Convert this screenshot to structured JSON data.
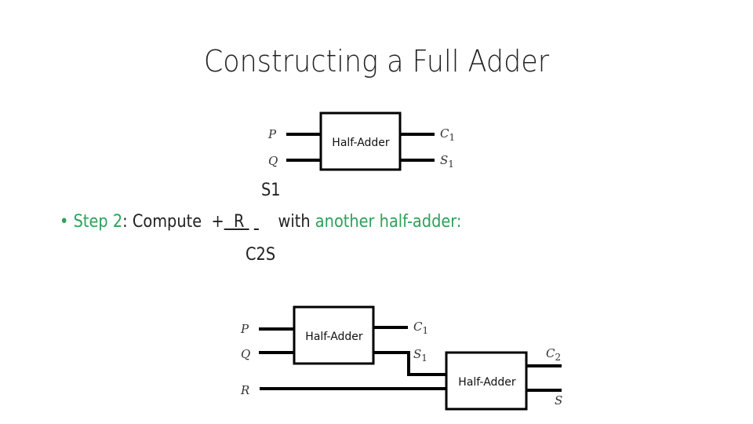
{
  "title": "Constructing a Full Adder",
  "step": {
    "bullet": "•",
    "label": "Step 2",
    "colon": ":",
    "compute": "Compute",
    "expr_top": "S1",
    "expr_plus": "+",
    "expr_mid": "R",
    "expr_bottom": "C2S",
    "with": "with",
    "rest": "another half-adder:"
  },
  "diagram_top": {
    "box": "Half-Adder",
    "in1": "P",
    "in2": "Q",
    "out1": "C",
    "out1_sub": "1",
    "out2": "S",
    "out2_sub": "1"
  },
  "diagram_bottom": {
    "box1": "Half-Adder",
    "box2": "Half-Adder",
    "in1": "P",
    "in2": "Q",
    "in3": "R",
    "c1": "C",
    "c1_sub": "1",
    "s1": "S",
    "s1_sub": "1",
    "c2": "C",
    "c2_sub": "2",
    "s": "S"
  },
  "colors": {
    "accent": "#2ea05a",
    "text": "#222222"
  }
}
